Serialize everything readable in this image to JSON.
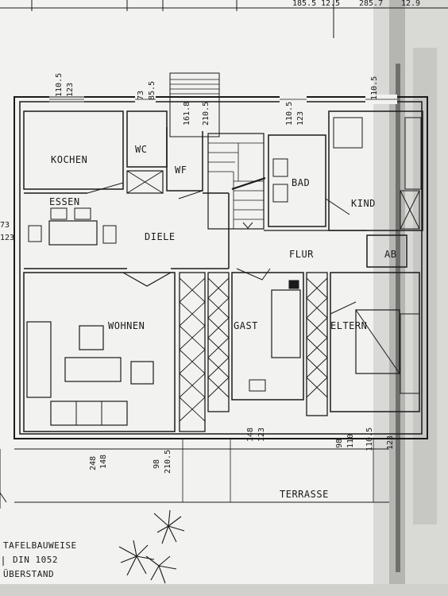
{
  "rooms": {
    "kochen": "KOCHEN",
    "wc": "WC",
    "wf": "WF",
    "bad": "BAD",
    "kind": "KIND",
    "essen": "ESSEN",
    "diele": "DIELE",
    "flur": "FLUR",
    "ab": "AB",
    "wohnen": "WOHNEN",
    "gast": "GAST",
    "eltern": "ELTERN",
    "terrasse": "TERRASSE"
  },
  "dimensions": {
    "top_a1": "110.5",
    "top_a2": "123",
    "top_b1": "73",
    "top_b2": "85.5",
    "top_c1": "161.8",
    "top_c2": "210.5",
    "top_d1": "110.5",
    "top_d2": "123",
    "top_e1": "110.5",
    "left_1": "73",
    "left_2": "123",
    "bot_1": "248",
    "bot_2": "148",
    "bot_3": "98",
    "bot_4": "210.5",
    "bot_5": "148",
    "bot_6": "123",
    "bot_7": "98",
    "bot_8": "110",
    "bot_9": "110.5",
    "bot_10": "123",
    "strip_1": "185.5",
    "strip_2": "12.5",
    "strip_3": "285.7",
    "strip_4": "12.9"
  },
  "notes": {
    "line1": "TAFELBAUWEISE",
    "line2": "DIN 1052",
    "line3": "ÜBERSTAND"
  }
}
